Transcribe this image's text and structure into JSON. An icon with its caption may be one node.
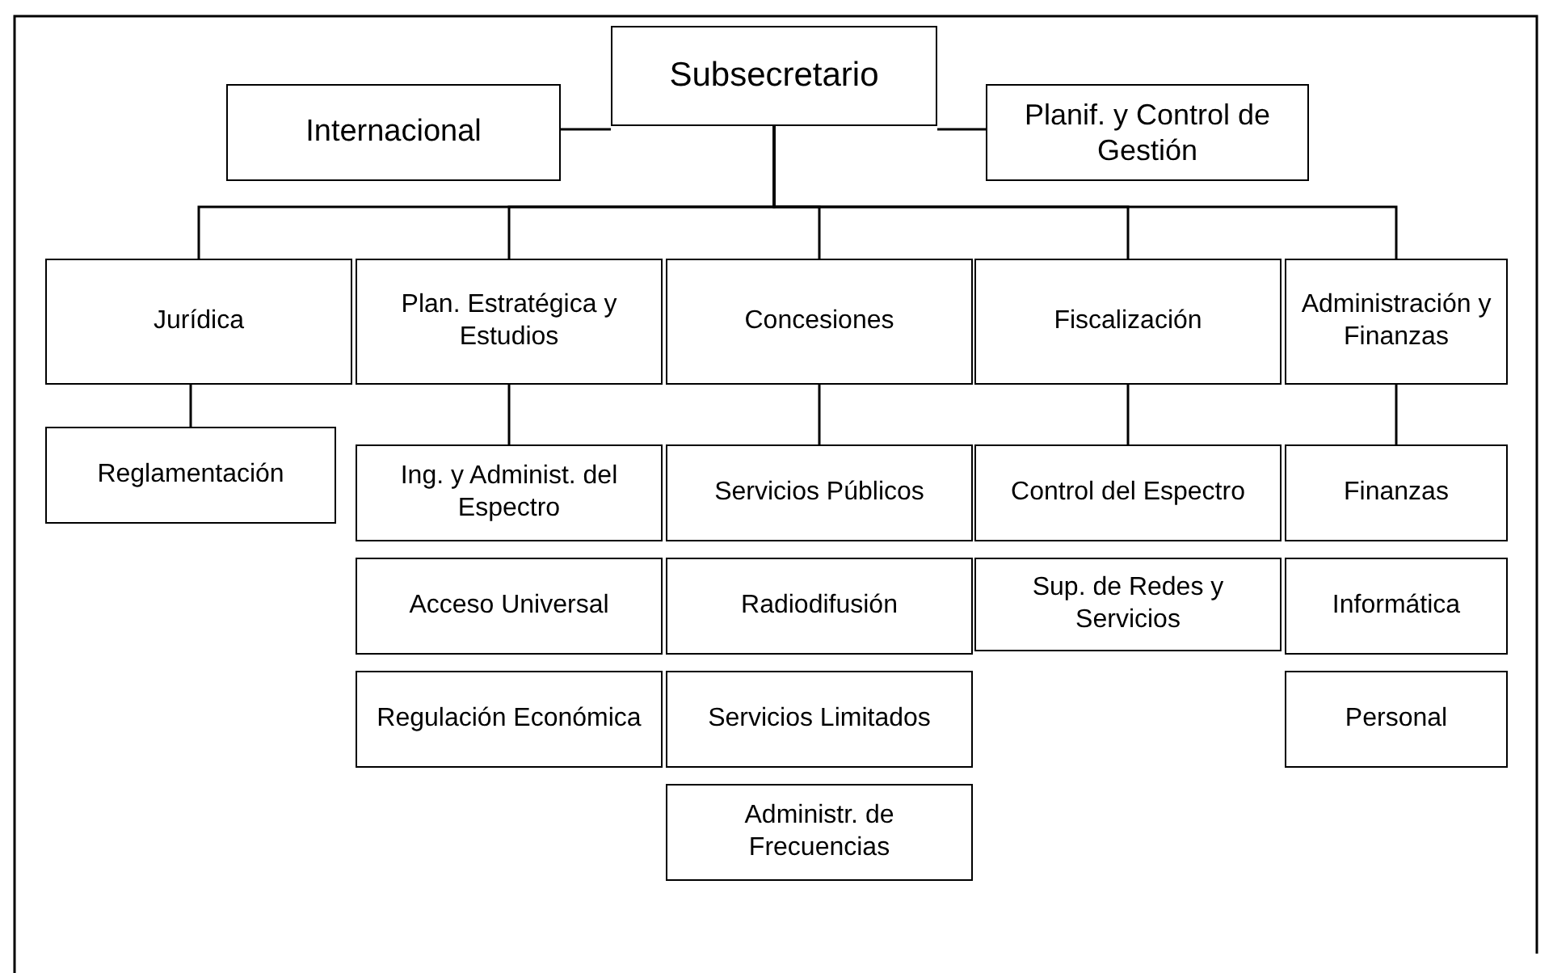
{
  "diagram": {
    "nodes": [
      {
        "text": [
          "Subsecretario"
        ]
      },
      {
        "text": [
          "Internacional"
        ]
      },
      {
        "text": [
          "Planif. y Control de Gestión"
        ]
      },
      {
        "text": [
          "Jurídica"
        ]
      },
      {
        "text": [
          "Plan. Estratégica y Estudios"
        ]
      },
      {
        "text": [
          "Concesiones"
        ]
      },
      {
        "text": [
          "Fiscalización"
        ]
      },
      {
        "text": [
          "Administración y Finanzas"
        ]
      },
      {
        "text": [
          "Reglamentación"
        ]
      },
      {
        "text": [
          "Ing. y  Administ. del Espectro"
        ]
      },
      {
        "text": [
          "Acceso Universal"
        ]
      },
      {
        "text": [
          "Regulación Económica"
        ]
      },
      {
        "text": [
          "Servicios Públicos"
        ]
      },
      {
        "text": [
          "Radiodifusión"
        ]
      },
      {
        "text": [
          "Servicios Limitados"
        ]
      },
      {
        "text": [
          "Administr. de Frecuencias"
        ]
      },
      {
        "text": [
          "Control del Espectro"
        ]
      },
      {
        "text": [
          "Sup. de Redes y Servicios"
        ]
      },
      {
        "text": [
          "Finanzas"
        ]
      },
      {
        "text": [
          "Informática"
        ]
      },
      {
        "text": [
          "Personal"
        ]
      }
    ],
    "edges": [
      {
        "from": 1,
        "to": 0,
        "arrow": "none"
      },
      {
        "from": 0,
        "to": 2,
        "arrow": "none"
      },
      {
        "from": 0,
        "to": 3,
        "arrow": "none"
      },
      {
        "from": 0,
        "to": 4,
        "arrow": "none"
      },
      {
        "from": 0,
        "to": 5,
        "arrow": "none"
      },
      {
        "from": 0,
        "to": 6,
        "arrow": "none"
      },
      {
        "from": 0,
        "to": 7,
        "arrow": "none"
      },
      {
        "from": 3,
        "to": 8,
        "arrow": "none"
      },
      {
        "from": 4,
        "to": 9,
        "arrow": "none"
      },
      {
        "from": 5,
        "to": 12,
        "arrow": "none"
      },
      {
        "from": 6,
        "to": 16,
        "arrow": "none"
      },
      {
        "from": 7,
        "to": 18,
        "arrow": "none"
      }
    ]
  }
}
